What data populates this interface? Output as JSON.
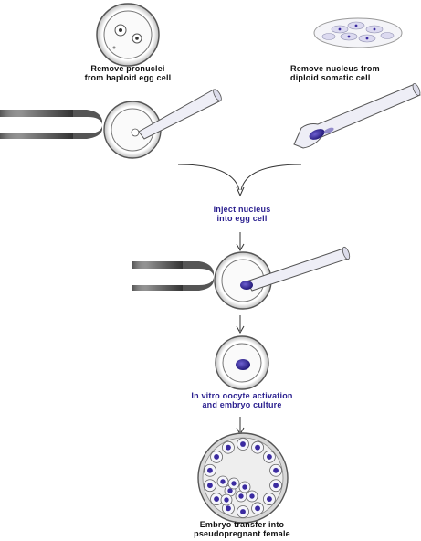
{
  "steps": {
    "remove_pronuclei": "Remove pronuclei\nfrom haploid egg cell",
    "remove_nucleus": "Remove nucleus from\ndiploid somatic cell",
    "inject_nucleus": "Inject nucleus\ninto egg cell",
    "activation": "In vitro oocyte activation\nand embryo culture",
    "transfer": "Embryo transfer into\npseudopregnant female"
  },
  "colors": {
    "caption_black": "#111111",
    "caption_blue": "#2a1f8f",
    "nucleus": "#3a2aa0",
    "outline": "#333333",
    "pipette_fill": "#eeeef6"
  }
}
